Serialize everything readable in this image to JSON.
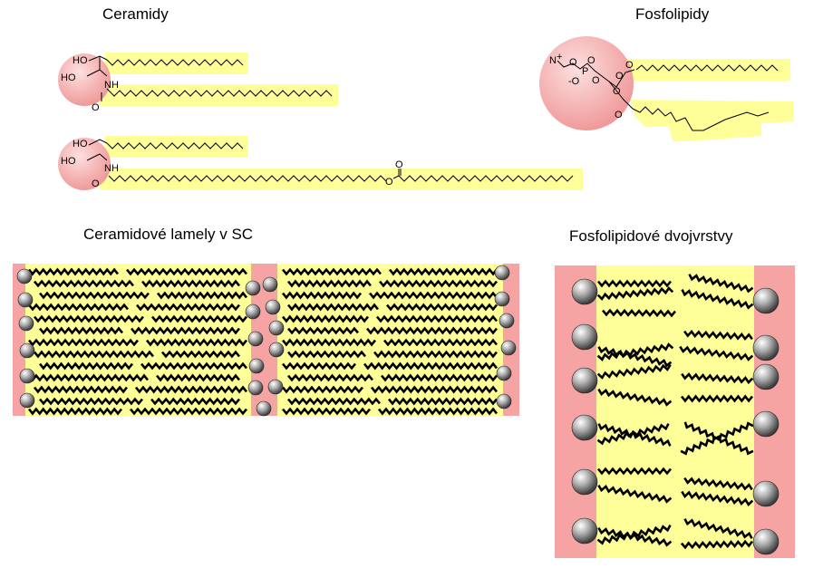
{
  "titles": {
    "ceramides": "Ceramidy",
    "phospholipids": "Fosfolipidy",
    "ceramide_lamellae": "Ceramidové lamely v SC",
    "phospholipid_bilayers": "Fosfolipidové dvojvrstvy"
  },
  "labels": {
    "ho": "HO",
    "nh": "NH",
    "o": "O",
    "n_plus": "N",
    "plus": "+",
    "p": "P",
    "o_minus": "-O"
  },
  "colors": {
    "head_group": "#f3a5a5",
    "chain_highlight": "#ffff99",
    "membrane_edge": "#f6a3a3",
    "ball": "#9a9a9a"
  }
}
